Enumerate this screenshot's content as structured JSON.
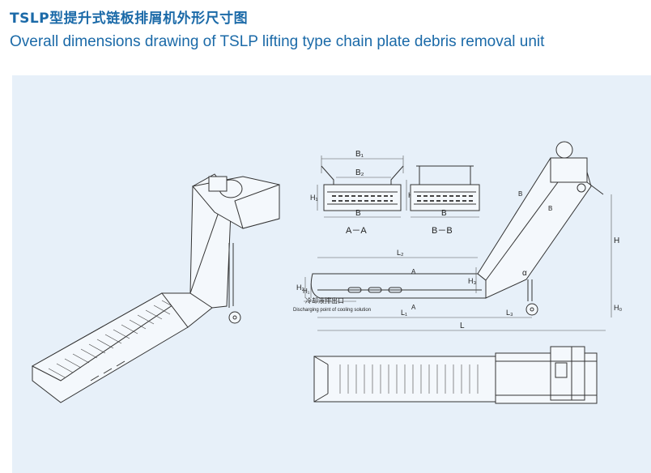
{
  "header": {
    "title_cn": "TSLP型提升式链板排屑机外形尺寸图",
    "title_en": "Overall dimensions drawing of TSLP lifting type chain plate debris removal unit"
  },
  "drawing": {
    "section_a_label": "A－A",
    "section_b_label": "B－B",
    "dims": {
      "B1": "B₁",
      "B2": "B₂",
      "B": "B",
      "H1": "H₁",
      "H2": "H₂",
      "H3": "H₃",
      "H": "H",
      "H0": "H₀",
      "L": "L",
      "L1": "L₁",
      "L2": "L₂",
      "L3": "L₃",
      "alpha": "α",
      "A": "A",
      "B_mark": "B"
    },
    "discharge_cn": "冷却液排出口",
    "discharge_en": "Discharging point of cooling solution"
  }
}
